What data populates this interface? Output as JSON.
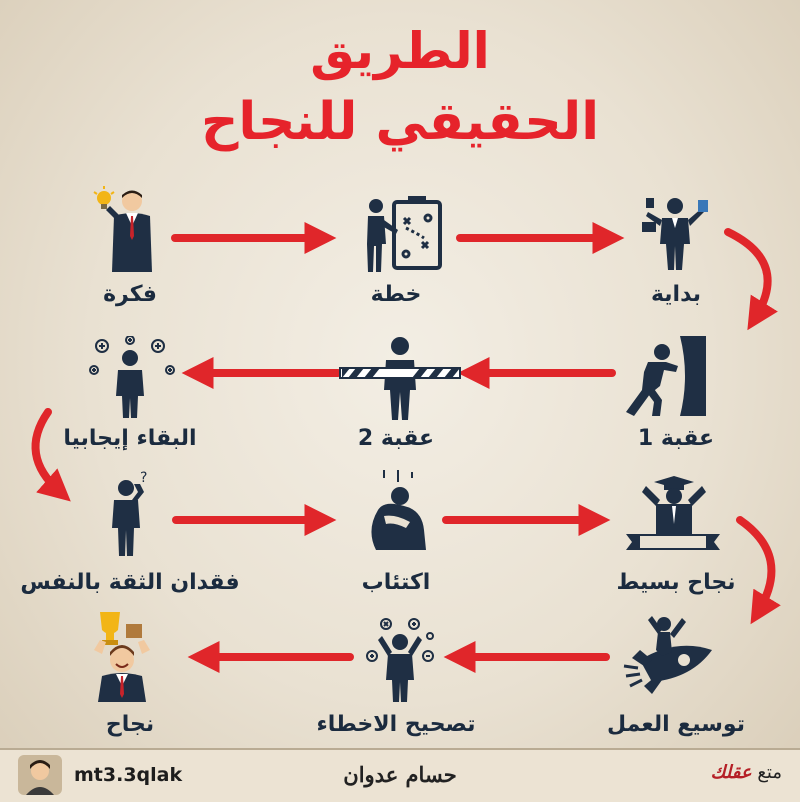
{
  "title": {
    "line1": "الطريق",
    "line2": "الحقيقي للنجاح"
  },
  "colors": {
    "title": "#e6232b",
    "arrow": "#e0262a",
    "icon": "#1f2f44",
    "label": "#1b2b3f"
  },
  "steps": [
    {
      "label": "فكرة",
      "icon": "businessman-lightbulb-icon"
    },
    {
      "label": "خطة",
      "icon": "strategy-board-icon"
    },
    {
      "label": "بداية",
      "icon": "busy-businessman-icon"
    },
    {
      "label": "عقبة 1",
      "icon": "pushing-wall-icon"
    },
    {
      "label": "عقبة 2",
      "icon": "barrier-tape-icon"
    },
    {
      "label": "البقاء إيجابيا",
      "icon": "positive-person-icon"
    },
    {
      "label": "فقدان الثقة بالنفس",
      "icon": "confused-person-icon"
    },
    {
      "label": "اكتئاب",
      "icon": "depressed-person-icon"
    },
    {
      "label": "نجاح بسيط",
      "icon": "graduate-banner-icon"
    },
    {
      "label": "توسيع العمل",
      "icon": "rocket-icon"
    },
    {
      "label": "تصحيح الاخطاء",
      "icon": "correcting-mistakes-icon"
    },
    {
      "label": "نجاح",
      "icon": "winner-trophy-icon"
    }
  ],
  "footer": {
    "handle": "mt3.3qlak",
    "author": "حسام عدوان",
    "brand_prefix": "متع",
    "brand_name": "عقلك"
  }
}
